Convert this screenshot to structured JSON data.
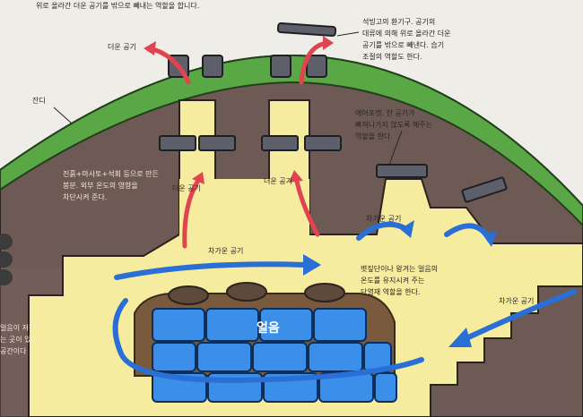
{
  "texts": {
    "top_caption": "위로 올라간 더운 공기를 밖으로 빼내는 역할을 합니다.",
    "hot_air_left": "더운 공기",
    "vent_desc": "석빙고의 환기구. 공기의\n대류에 의해 위로 올라간 더운\n공기를 밖으로 빼낸다. 습기\n조절의 역할도 한다.",
    "grass": "잔디",
    "wall_desc": "진흙+마사토+석회 등으로 만든\n봉분. 외부 온도의 영향을\n차단시켜 준다.",
    "hot_air_mid1": "더운 공기",
    "hot_air_mid2": "더운 공기",
    "cold_air_top": "차가운 공기",
    "cold_air_mid": "차가운 공기",
    "air_intake_desc": "에어포켓. 찬 공기가\n빠져나가지 않도록 해주는\n역할을 한다.",
    "cold_air_right": "차가운 공기",
    "insulation_desc": "볏짚단이나 왕겨는 얼음의\n온도를 유지시켜 주는\n단열재 역할을 한다.",
    "ice": "얼음",
    "left_edge_desc": "얼음이 저장되\n는 곳이 있는\n공간이다"
  },
  "colors": {
    "earth": "#6e5a55",
    "grass": "#5aa845",
    "chamber": "#f6eca0",
    "ice": "#3b8fe8",
    "cold_arrow": "#2a6fd6",
    "hot_arrow": "#e0444e",
    "vent_cap": "#5d5f6a"
  },
  "icons": [
    "hot-air-arrow",
    "cold-air-arrow",
    "vent-cap",
    "ice-block",
    "straw-bundle"
  ]
}
